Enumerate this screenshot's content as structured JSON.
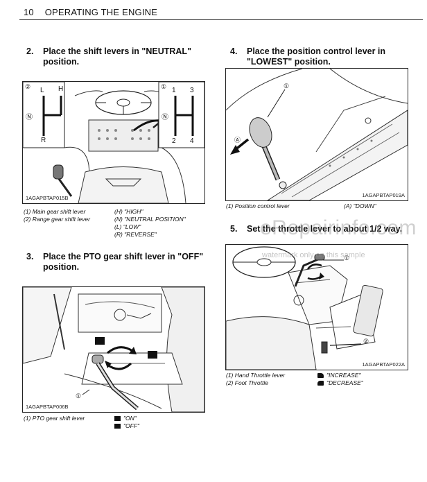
{
  "header": {
    "page_number": "10",
    "title": "OPERATING THE ENGINE"
  },
  "steps": {
    "s2": {
      "num": "2.",
      "text_line1": "Place the shift levers in \"NEUTRAL\"",
      "text_line2": "position."
    },
    "s3": {
      "num": "3.",
      "text_line1": "Place the PTO gear shift lever in \"OFF\"",
      "text_line2": "position."
    },
    "s4": {
      "num": "4.",
      "text_line1": "Place the position control lever in",
      "text_line2": "\"LOWEST\" position."
    },
    "s5": {
      "num": "5.",
      "text": "Set the throttle lever to about 1/2 way."
    }
  },
  "figures": {
    "f1": {
      "id": "1AGAPBTAP015B",
      "callout1": "①",
      "callout2": "②",
      "gate_left": {
        "h": "H",
        "l": "L",
        "r": "R",
        "n": "Ⓝ"
      },
      "gate_right": {
        "one": "1",
        "three": "3",
        "two": "2",
        "four": "4",
        "n": "Ⓝ"
      }
    },
    "f2": {
      "id": "1AGAPBTAP019A",
      "callout1": "①",
      "calloutA": "Ⓐ"
    },
    "f3": {
      "id": "1AGAPBTAP006B",
      "callout1": "①"
    },
    "f4": {
      "id": "1AGAPBTAP022A",
      "callout1": "①",
      "callout2": "②"
    }
  },
  "captions": {
    "f1_left": [
      "(1) Main gear shift lever",
      "(2) Range gear shift lever"
    ],
    "f1_right": [
      "(H) \"HIGH\"",
      "(N) \"NEUTRAL POSITION\"",
      "(L) \"LOW\"",
      "(R) \"REVERSE\""
    ],
    "f2_left": "(1) Position control lever",
    "f2_right": "(A) \"DOWN\"",
    "f3_left": "(1) PTO gear shift lever",
    "f3_right": [
      "\"ON\"",
      "\"OFF\""
    ],
    "f4_left": [
      "(1) Hand Throttle lever",
      "(2) Foot Throttle"
    ],
    "f4_right": [
      "\"INCREASE\"",
      "\"DECREASE\""
    ]
  },
  "watermark": {
    "line1": "eRepairinfo.com",
    "line2": "watermark only on this sample"
  }
}
